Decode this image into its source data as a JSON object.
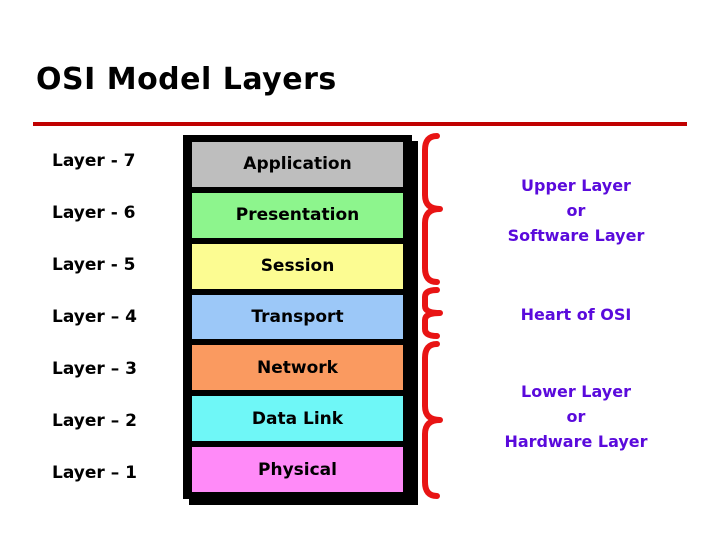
{
  "slide": {
    "title": "OSI Model Layers",
    "background_color": "#FFFFFF",
    "rule_color": "#C00000"
  },
  "layer_numbers": [
    {
      "label": "Layer - 7"
    },
    {
      "label": "Layer - 6"
    },
    {
      "label": "Layer - 5"
    },
    {
      "label": "Layer – 4"
    },
    {
      "label": "Layer – 3"
    },
    {
      "label": "Layer – 2"
    },
    {
      "label": "Layer – 1"
    }
  ],
  "layers": [
    {
      "number": 7,
      "name": "Application",
      "color": "#BEBEBE"
    },
    {
      "number": 6,
      "name": "Presentation",
      "color": "#8DF58D"
    },
    {
      "number": 5,
      "name": "Session",
      "color": "#FCFC92"
    },
    {
      "number": 4,
      "name": "Transport",
      "color": "#9CC8F8"
    },
    {
      "number": 3,
      "name": "Network",
      "color": "#FA9A60"
    },
    {
      "number": 2,
      "name": "Data Link",
      "color": "#6FF7F7"
    },
    {
      "number": 1,
      "name": "Physical",
      "color": "#FF8AF8"
    }
  ],
  "annotations": {
    "text_color": "#5A0ADC",
    "brace_color": "#E81414",
    "upper": {
      "line1": "Upper Layer",
      "line2": "or",
      "line3": "Software Layer",
      "covers": "Layers 7-5"
    },
    "heart": {
      "line1": "Heart of OSI",
      "covers": "Layer 4"
    },
    "lower": {
      "line1": "Lower Layer",
      "line2": "or",
      "line3": "Hardware Layer",
      "covers": "Layers 3-1"
    }
  }
}
